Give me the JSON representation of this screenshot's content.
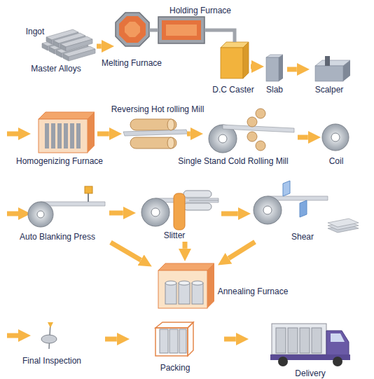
{
  "diagram": {
    "nodes": [
      {
        "text": [
          "Ingot",
          "Master Alloys"
        ]
      },
      {
        "text": [
          "Melting Furnace"
        ]
      },
      {
        "text": [
          "Holding Furnace"
        ]
      },
      {
        "text": [
          "D.C Caster"
        ]
      },
      {
        "text": [
          "Slab"
        ]
      },
      {
        "text": [
          "Scalper"
        ]
      },
      {
        "text": [
          "Homogenizing Furnace"
        ]
      },
      {
        "text": [
          "Reversing Hot rolling Mill"
        ]
      },
      {
        "text": [
          "Single Stand Cold Rolling Mill"
        ]
      },
      {
        "text": [
          "Coil"
        ]
      },
      {
        "text": [
          "Auto Blanking Press"
        ]
      },
      {
        "text": [
          "Slitter"
        ]
      },
      {
        "text": [
          "Shear"
        ]
      },
      {
        "text": [
          "Annealing Furnace"
        ]
      },
      {
        "text": [
          "Final Inspection"
        ]
      },
      {
        "text": [
          "Packing"
        ]
      },
      {
        "text": [
          "Delivery"
        ]
      }
    ],
    "edges": [
      {
        "from": 0,
        "to": 1,
        "arrow": "to"
      },
      {
        "from": 1,
        "to": 2,
        "arrow": "none"
      },
      {
        "from": 2,
        "to": 3,
        "arrow": "none"
      },
      {
        "from": 3,
        "to": 4,
        "arrow": "to"
      },
      {
        "from": 4,
        "to": 5,
        "arrow": "to"
      },
      {
        "from": 6,
        "to": 7,
        "arrow": "to"
      },
      {
        "from": 7,
        "to": 8,
        "arrow": "to"
      },
      {
        "from": 8,
        "to": 9,
        "arrow": "to"
      },
      {
        "from": 10,
        "to": 11,
        "arrow": "to"
      },
      {
        "from": 11,
        "to": 12,
        "arrow": "to"
      },
      {
        "from": 10,
        "to": 13,
        "arrow": "to"
      },
      {
        "from": 11,
        "to": 13,
        "arrow": "to"
      },
      {
        "from": 12,
        "to": 13,
        "arrow": "to"
      },
      {
        "from": 14,
        "to": 15,
        "arrow": "to"
      },
      {
        "from": 15,
        "to": 16,
        "arrow": "to"
      }
    ]
  }
}
